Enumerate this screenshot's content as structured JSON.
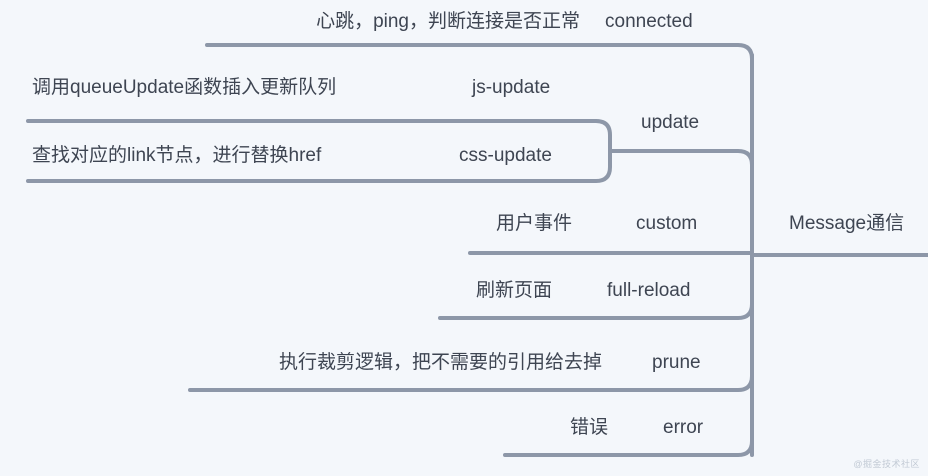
{
  "diagram": {
    "type": "mind-map",
    "orientation": "right-to-left",
    "root": {
      "label": "Message通信"
    },
    "colors": {
      "background": "#f4f7fb",
      "line": "#8d97a8",
      "text": "#3e4552",
      "watermark": "#b9c2ce"
    },
    "branches": [
      {
        "key": "connected",
        "description": "心跳，ping，判断连接是否正常",
        "children": []
      },
      {
        "key": "update",
        "description": "",
        "children": [
          {
            "key": "js-update",
            "description": "调用queueUpdate函数插入更新队列"
          },
          {
            "key": "css-update",
            "description": "查找对应的link节点，进行替换href"
          }
        ]
      },
      {
        "key": "custom",
        "description": "用户事件",
        "children": []
      },
      {
        "key": "full-reload",
        "description": "刷新页面",
        "children": []
      },
      {
        "key": "prune",
        "description": "执行裁剪逻辑，把不需要的引用给去掉",
        "children": []
      },
      {
        "key": "error",
        "description": "错误",
        "children": []
      }
    ]
  },
  "watermark": {
    "text": "@掘金技术社区"
  }
}
